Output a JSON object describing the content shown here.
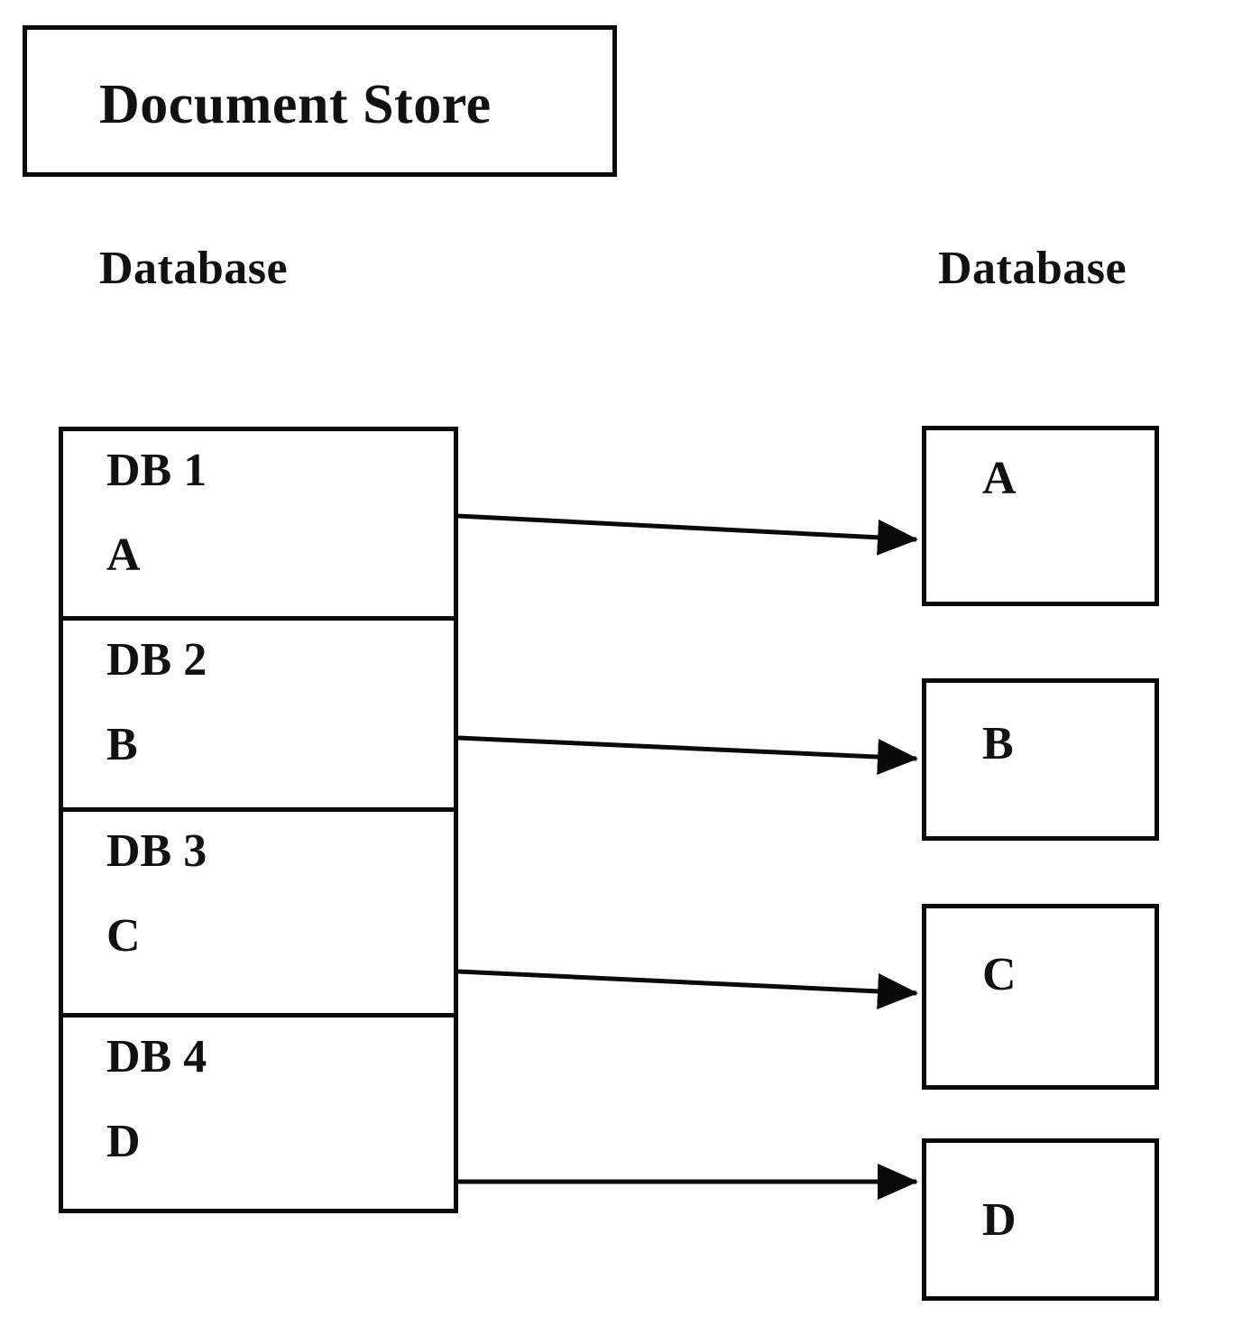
{
  "diagram": {
    "title": "Document Store",
    "headings": {
      "left": "Database",
      "right": "Database"
    },
    "document_store": {
      "rows": [
        {
          "db": "DB 1",
          "doc": "A"
        },
        {
          "db": "DB 2",
          "doc": "B"
        },
        {
          "db": "DB 3",
          "doc": "C"
        },
        {
          "db": "DB 4",
          "doc": "D"
        }
      ]
    },
    "targets": [
      {
        "label": "A"
      },
      {
        "label": "B"
      },
      {
        "label": "C"
      },
      {
        "label": "D"
      }
    ],
    "connections": [
      {
        "from": "DB 1",
        "to": "A"
      },
      {
        "from": "DB 2",
        "to": "B"
      },
      {
        "from": "DB 3",
        "to": "C"
      },
      {
        "from": "DB 4",
        "to": "D"
      }
    ],
    "colors": {
      "stroke": "#0a0a0a",
      "text": "#111111",
      "background": "#ffffff"
    }
  }
}
